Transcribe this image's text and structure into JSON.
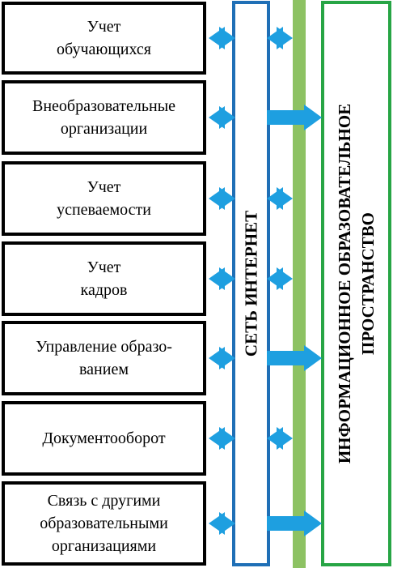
{
  "modules": [
    {
      "id": "students",
      "label": "Учет\nобучающихся",
      "arrow": "double"
    },
    {
      "id": "extracurricular",
      "label": "Внеобразовательные\nорганизации",
      "arrow": "long"
    },
    {
      "id": "performance",
      "label": "Учет\nуспеваемости",
      "arrow": "double"
    },
    {
      "id": "staff",
      "label": "Учет\nкадров",
      "arrow": "double"
    },
    {
      "id": "management",
      "label": "Управление образо-\nванием",
      "arrow": "long"
    },
    {
      "id": "documents",
      "label": "Документооборот",
      "arrow": "double"
    },
    {
      "id": "communication",
      "label": "Связь с другими\nобразовательными\nорганизациями",
      "arrow": "long"
    }
  ],
  "internet_label": "СЕТЬ ИНТЕРНЕТ",
  "space_label": "ИНФОРМАЦИОННОЕ ОБРАЗОВАТЕЛЬНОЕ\nПРОСТРАНСТВО",
  "colors": {
    "box_border": "#000000",
    "internet_border": "#1f6fb6",
    "green_bar": "#8dc263",
    "space_border": "#27a545",
    "arrow": "#1e9fe0"
  }
}
